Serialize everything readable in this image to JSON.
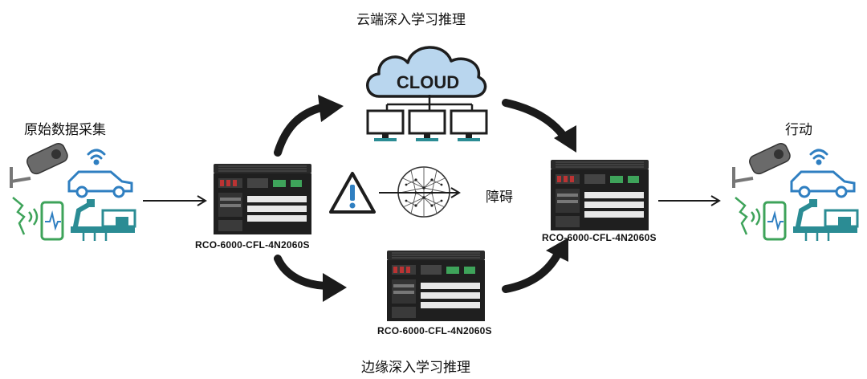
{
  "labels": {
    "cloud_title": "云端深入学习推理",
    "edge_title": "边缘深入学习推理",
    "data_collection": "原始数据采集",
    "action": "行动",
    "obstacle": "障碍",
    "cloud_text": "CLOUD"
  },
  "devices": {
    "left_model": "RCO-6000-CFL-4N2060S",
    "bottom_model": "RCO-6000-CFL-4N2060S",
    "right_model": "RCO-6000-CFL-4N2060S"
  },
  "icons": {
    "cloud": "cloud-icon",
    "monitor": "monitor-icon",
    "warning": "warning-icon",
    "brain": "brain-network-icon",
    "camera": "security-camera-icon",
    "wifi": "wifi-icon",
    "car": "car-icon",
    "phone": "smartphone-icon",
    "robot": "robot-arm-icon",
    "face": "voice-face-icon"
  },
  "colors": {
    "cloud_fill": "#b9d6ee",
    "cloud_stroke": "#1d1d1d",
    "car_blue": "#2f7fc1",
    "green": "#3ea35a",
    "teal": "#2b8c94",
    "arrow": "#1b1b1b"
  }
}
